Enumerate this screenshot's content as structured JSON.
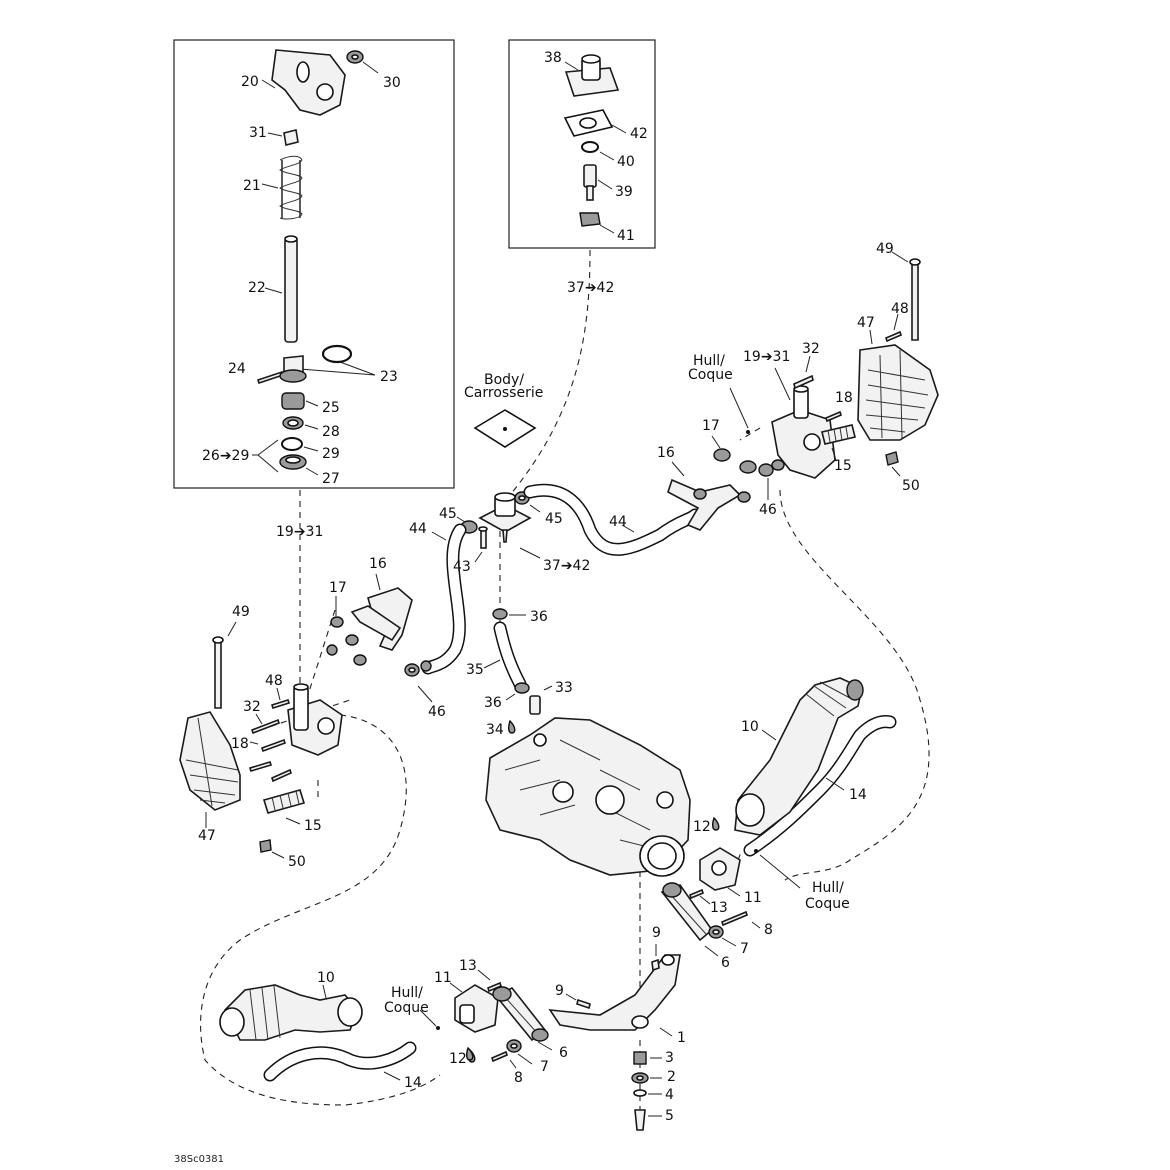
{
  "diagram": {
    "labels": {
      "l20": "20",
      "l30": "30",
      "l31": "31",
      "l21": "21",
      "l22": "22",
      "l24": "24",
      "l23": "23",
      "l25": "25",
      "l28": "28",
      "l26_29": "26➔29",
      "l29": "29",
      "l27": "27",
      "l19_31_left": "19➔31",
      "l38": "38",
      "l42": "42",
      "l40": "40",
      "l39": "39",
      "l41": "41",
      "l37_42_top": "37➔42",
      "l49_right": "49",
      "l48_right": "48",
      "l47_right": "47",
      "l32_right": "32",
      "l19_31_right": "19➔31",
      "l18_right": "18",
      "l15_right": "15",
      "l50_right": "50",
      "l17_right": "17",
      "l16_right": "16",
      "l46_right": "46",
      "l45_left": "45",
      "l45_right": "45",
      "l44_left": "44",
      "l44_right": "44",
      "l43": "43",
      "l37_42_mid": "37➔42",
      "l16_left": "16",
      "l17_left": "17",
      "l49_left": "49",
      "l48_left": "48",
      "l32_left": "32",
      "l18_left": "18",
      "l47_left": "47",
      "l15_left": "15",
      "l50_left": "50",
      "l46_left": "46",
      "l36_top": "36",
      "l35": "35",
      "l36_bot": "36",
      "l33": "33",
      "l34": "34",
      "l10_right": "10",
      "l14_right": "14",
      "l12_right": "12",
      "l11_right": "11",
      "l13_right": "13",
      "l8_right": "8",
      "l7_right": "7",
      "l6_right": "6",
      "l9_right": "9",
      "l10_left": "10",
      "l11_left": "11",
      "l13_left": "13",
      "l12_left": "12",
      "l8_left": "8",
      "l7_left": "7",
      "l6_left": "6",
      "l14_left": "14",
      "l9_left": "9",
      "l1": "1",
      "l3": "3",
      "l2": "2",
      "l4": "4",
      "l5": "5"
    },
    "notes": {
      "body_line1": "Body/",
      "body_line2": "Carrosserie",
      "hull_top_line1": "Hull/",
      "hull_top_line2": "Coque",
      "hull_right_line1": "Hull/",
      "hull_right_line2": "Coque",
      "hull_bottom_line1": "Hull/",
      "hull_bottom_line2": "Coque"
    },
    "figure_code": "38Sc0381"
  }
}
